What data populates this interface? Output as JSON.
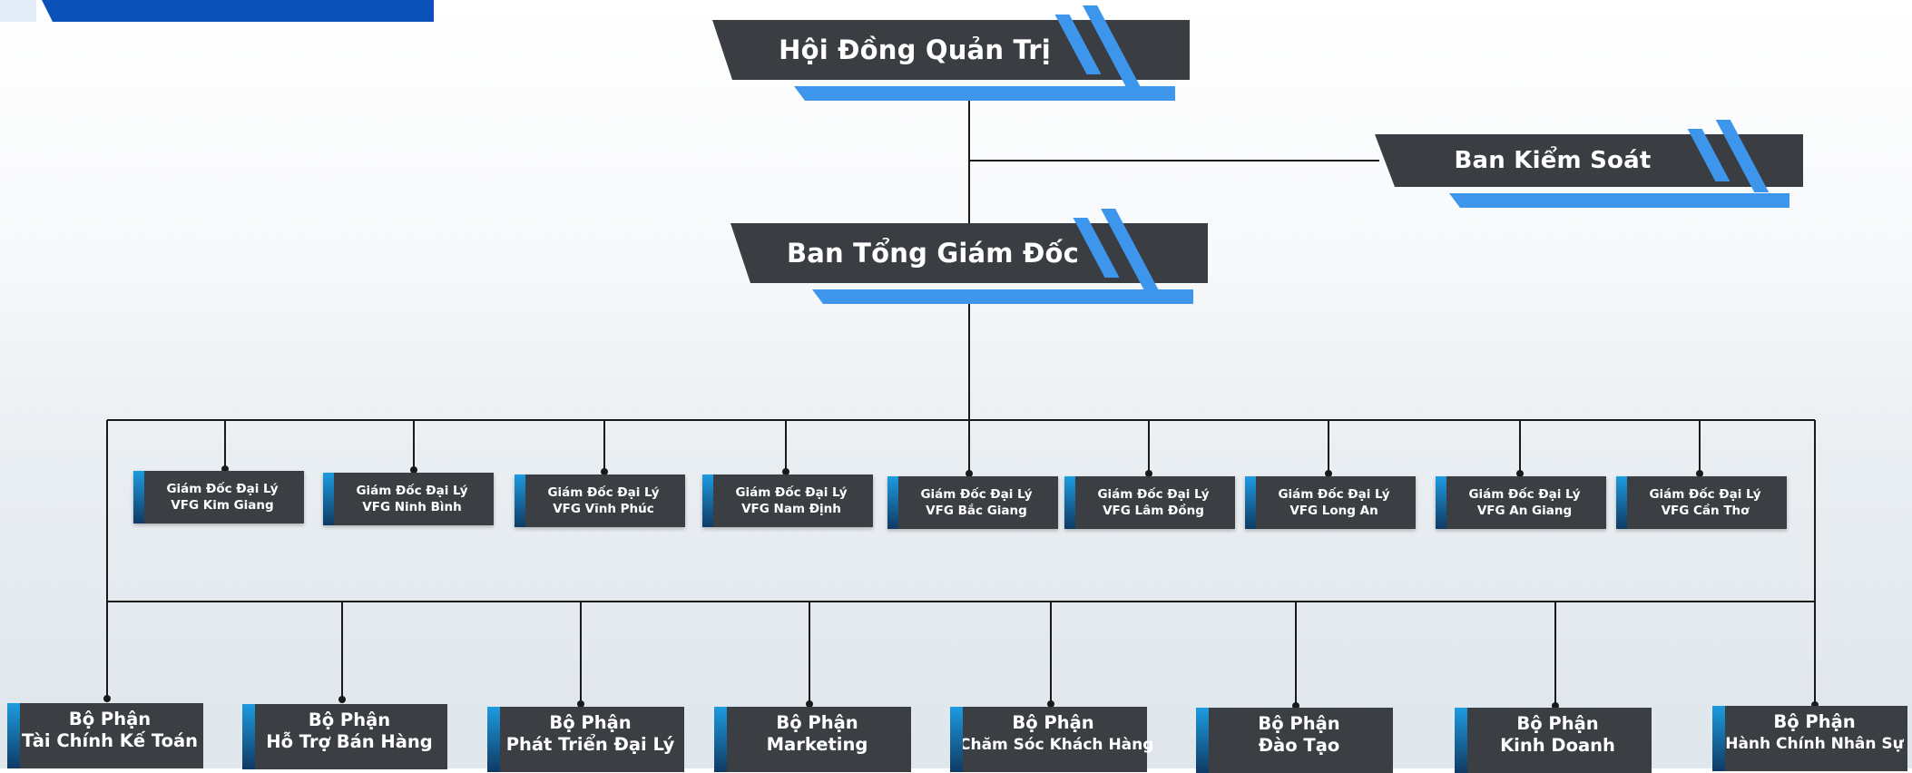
{
  "top_nodes": {
    "board": "Hội Đồng Quản Trị",
    "supervisory": "Ban Kiểm Soát",
    "executive": "Ban Tổng Giám Đốc"
  },
  "colors": {
    "accent": "#3d96ec",
    "box": "#3b3f43",
    "brand": "#0a52b8"
  },
  "directors": [
    {
      "line1": "Giám Đốc Đại Lý",
      "line2": "VFG Kim Giang"
    },
    {
      "line1": "Giám Đốc Đại Lý",
      "line2": "VFG Ninh Bình"
    },
    {
      "line1": "Giám Đốc Đại Lý",
      "line2": "VFG Vĩnh Phúc"
    },
    {
      "line1": "Giám Đốc Đại Lý",
      "line2": "VFG Nam Định"
    },
    {
      "line1": "Giám Đốc Đại Lý",
      "line2": "VFG Bắc Giang"
    },
    {
      "line1": "Giám Đốc Đại Lý",
      "line2": "VFG Lâm Đồng"
    },
    {
      "line1": "Giám Đốc Đại Lý",
      "line2": "VFG Long An"
    },
    {
      "line1": "Giám Đốc Đại Lý",
      "line2": "VFG An Giang"
    },
    {
      "line1": "Giám Đốc Đại Lý",
      "line2": "VFG Cần Thơ"
    }
  ],
  "departments": [
    {
      "line1": "Bộ Phận",
      "line2": "Tài Chính Kế Toán"
    },
    {
      "line1": "Bộ Phận",
      "line2": "Hỗ Trợ Bán Hàng"
    },
    {
      "line1": "Bộ Phận",
      "line2": "Phát Triển Đại Lý"
    },
    {
      "line1": "Bộ Phận",
      "line2": "Marketing"
    },
    {
      "line1": "Bộ Phận",
      "line2": "Chăm Sóc Khách Hàng"
    },
    {
      "line1": "Bộ Phận",
      "line2": "Đào Tạo"
    },
    {
      "line1": "Bộ Phận",
      "line2": "Kinh Doanh"
    },
    {
      "line1": "Bộ Phận",
      "line2": "Hành Chính Nhân Sự"
    }
  ]
}
